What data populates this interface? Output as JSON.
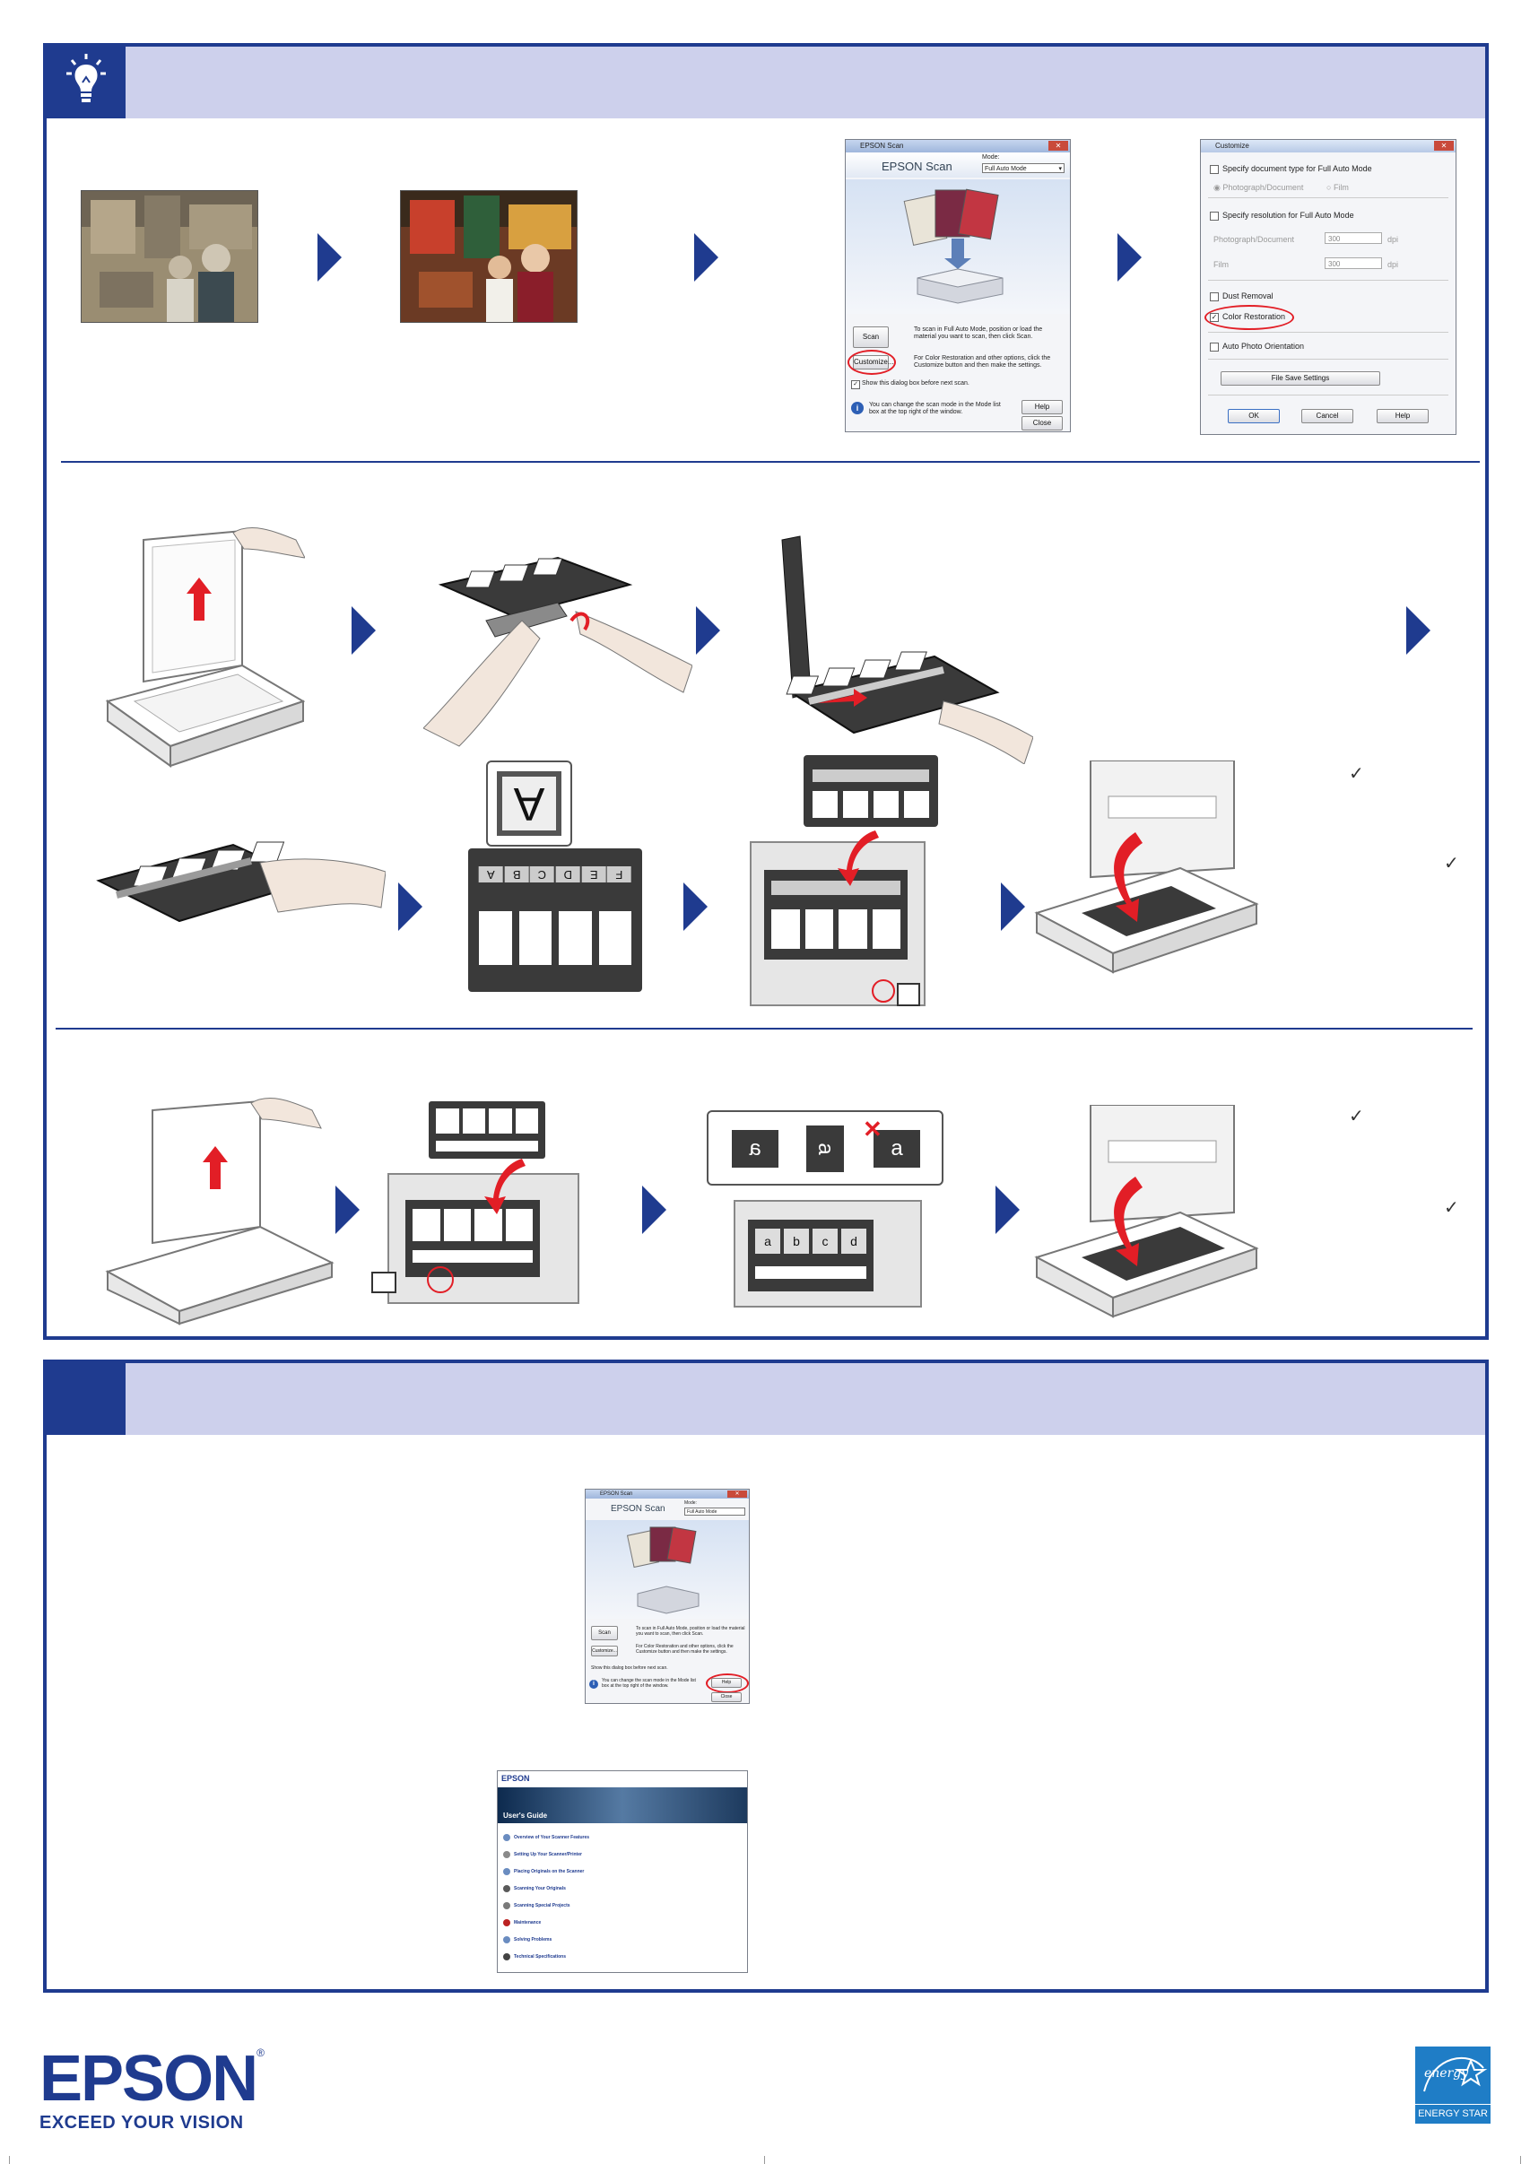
{
  "colors": {
    "brand_blue": "#1f3b8f",
    "band": "#cdd0ec",
    "accent_red": "#e21e26"
  },
  "epson_scan_window": {
    "title": "EPSON Scan",
    "logo": "EPSON Scan",
    "mode_label": "Mode:",
    "mode_value": "Full Auto Mode",
    "scan_button": "Scan",
    "customize_button": "Customize...",
    "instructions_1": "To scan in Full Auto Mode, position or load the material you want to scan, then click Scan.",
    "instructions_2": "For Color Restoration and other options, click the Customize button and then make the settings.",
    "show_dialog": "Show this dialog box before next scan.",
    "info_text": "You can change the scan mode in the Mode list box at the top right of the window.",
    "help_button": "Help",
    "close_button": "Close"
  },
  "customize_window": {
    "title": "Customize",
    "specify_doc_type": "Specify document type for Full Auto Mode",
    "photo_doc": "Photograph/Document",
    "film": "Film",
    "specify_resolution": "Specify resolution for Full Auto Mode",
    "res_photo_label": "Photograph/Document",
    "res_photo_value": "300",
    "res_film_label": "Film",
    "res_film_value": "300",
    "dpi": "dpi",
    "dust_removal": "Dust Removal",
    "color_restoration": "Color Restoration",
    "auto_photo_orientation": "Auto Photo Orientation",
    "file_save_settings": "File Save Settings",
    "ok": "OK",
    "cancel": "Cancel",
    "help": "Help"
  },
  "holder_letters": [
    "A",
    "B",
    "C",
    "D",
    "E",
    "F"
  ],
  "film_demo_letters": [
    "a",
    "a",
    "a"
  ],
  "strip_holder_letters": [
    "a",
    "b",
    "c",
    "d"
  ],
  "users_guide": {
    "logo": "EPSON",
    "header_title": "User's Guide",
    "items": [
      "Overview of Your Scanner Features",
      "Setting Up Your Scanner/Printer",
      "Placing Originals on the Scanner",
      "Scanning Your Originals",
      "Scanning Special Projects",
      "Maintenance",
      "Solving Problems",
      "Technical Specifications"
    ]
  },
  "footer": {
    "logo": "EPSON",
    "registered": "®",
    "tagline": "EXCEED YOUR VISION",
    "energy_star": "ENERGY STAR",
    "energy_script": "energy"
  },
  "icons": [
    "lightbulb-icon",
    "checkmark-icon",
    "arrow-right-icon"
  ]
}
